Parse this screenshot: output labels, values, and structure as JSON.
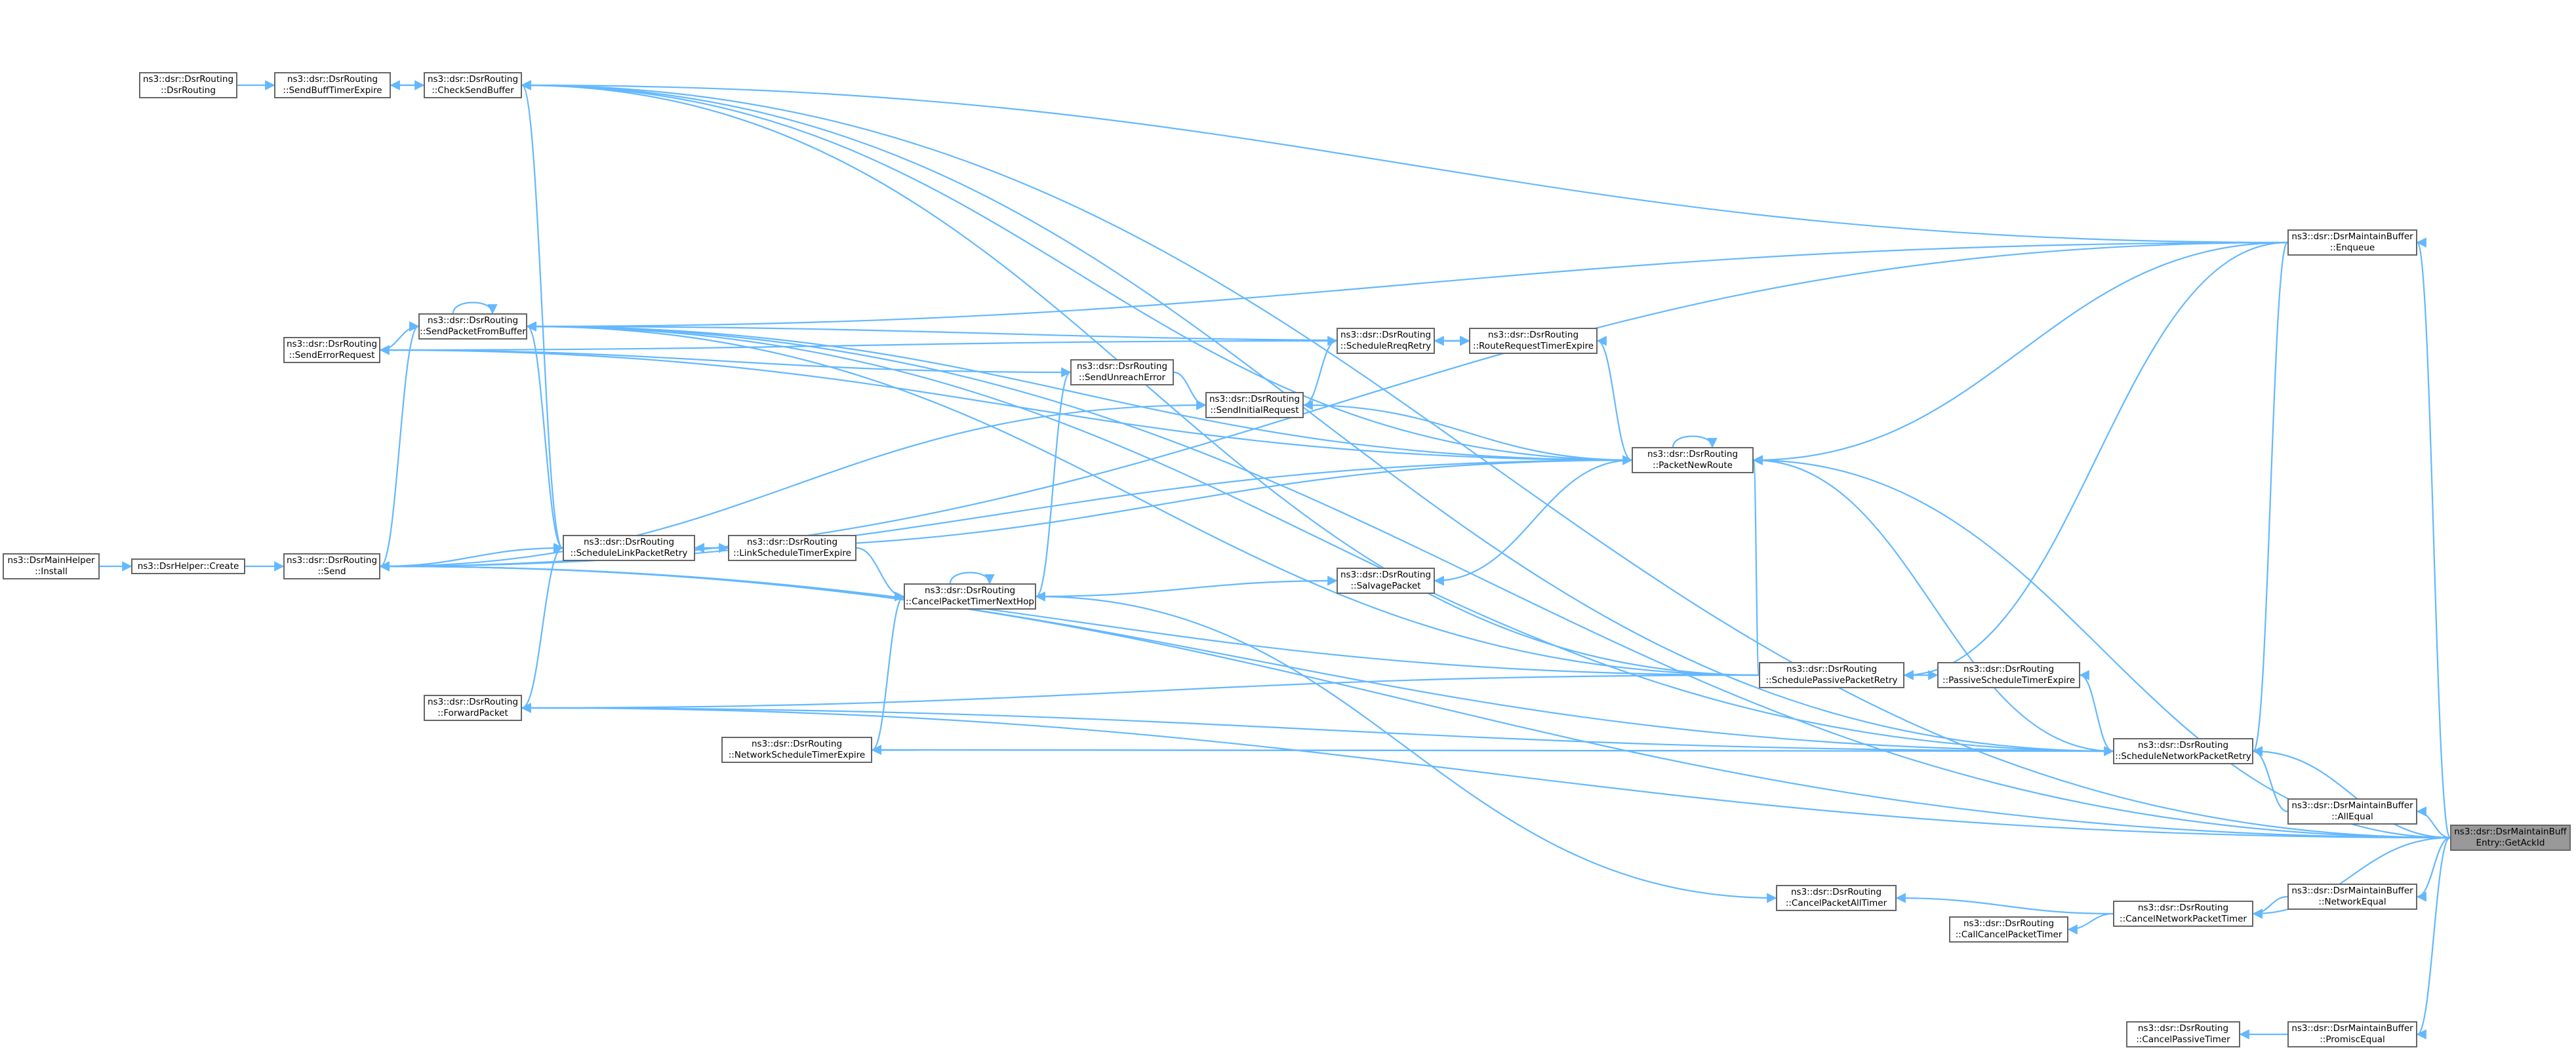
{
  "diagram": {
    "title": "",
    "edge_color": "#63b8ff",
    "node_border_color": "#666666",
    "root_fill_color": "#999999",
    "nodes": [
      {
        "id": "GetAckId",
        "lines": [
          "ns3::dsr::DsrMaintainBuff",
          "Entry::GetAckId"
        ],
        "root": true
      },
      {
        "id": "AllEqual",
        "lines": [
          "ns3::dsr::DsrMaintainBuffer",
          "::AllEqual"
        ]
      },
      {
        "id": "Enqueue",
        "lines": [
          "ns3::dsr::DsrMaintainBuffer",
          "::Enqueue"
        ]
      },
      {
        "id": "NetworkEqual",
        "lines": [
          "ns3::dsr::DsrMaintainBuffer",
          "::NetworkEqual"
        ]
      },
      {
        "id": "PromiscEqual",
        "lines": [
          "ns3::dsr::DsrMaintainBuffer",
          "::PromiscEqual"
        ]
      },
      {
        "id": "ScheduleNetworkPacketRetry",
        "lines": [
          "ns3::dsr::DsrRouting",
          "::ScheduleNetworkPacketRetry"
        ]
      },
      {
        "id": "CancelNetworkPacketTimer",
        "lines": [
          "ns3::dsr::DsrRouting",
          "::CancelNetworkPacketTimer"
        ]
      },
      {
        "id": "CancelPassiveTimer",
        "lines": [
          "ns3::dsr::DsrRouting",
          "::CancelPassiveTimer"
        ]
      },
      {
        "id": "CallCancelPacketTimer",
        "lines": [
          "ns3::dsr::DsrRouting",
          "::CallCancelPacketTimer"
        ]
      },
      {
        "id": "CancelPacketAllTimer",
        "lines": [
          "ns3::dsr::DsrRouting",
          "::CancelPacketAllTimer"
        ]
      },
      {
        "id": "PassiveScheduleTimerExpire",
        "lines": [
          "ns3::dsr::DsrRouting",
          "::PassiveScheduleTimerExpire"
        ]
      },
      {
        "id": "SchedulePassivePacketRetry",
        "lines": [
          "ns3::dsr::DsrRouting",
          "::SchedulePassivePacketRetry"
        ]
      },
      {
        "id": "PacketNewRoute",
        "lines": [
          "ns3::dsr::DsrRouting",
          "::PacketNewRoute"
        ]
      },
      {
        "id": "RouteRequestTimerExpire",
        "lines": [
          "ns3::dsr::DsrRouting",
          "::RouteRequestTimerExpire"
        ]
      },
      {
        "id": "ScheduleRreqRetry",
        "lines": [
          "ns3::dsr::DsrRouting",
          "::ScheduleRreqRetry"
        ]
      },
      {
        "id": "SendInitialRequest",
        "lines": [
          "ns3::dsr::DsrRouting",
          "::SendInitialRequest"
        ]
      },
      {
        "id": "SalvagePacket",
        "lines": [
          "ns3::dsr::DsrRouting",
          "::SalvagePacket"
        ]
      },
      {
        "id": "SendUnreachError",
        "lines": [
          "ns3::dsr::DsrRouting",
          "::SendUnreachError"
        ]
      },
      {
        "id": "CancelPacketTimerNextHop",
        "lines": [
          "ns3::dsr::DsrRouting",
          "::CancelPacketTimerNextHop"
        ]
      },
      {
        "id": "NetworkScheduleTimerExpire",
        "lines": [
          "ns3::dsr::DsrRouting",
          "::NetworkScheduleTimerExpire"
        ]
      },
      {
        "id": "LinkScheduleTimerExpire",
        "lines": [
          "ns3::dsr::DsrRouting",
          "::LinkScheduleTimerExpire"
        ]
      },
      {
        "id": "ScheduleLinkPacketRetry",
        "lines": [
          "ns3::dsr::DsrRouting",
          "::ScheduleLinkPacketRetry"
        ]
      },
      {
        "id": "CheckSendBuffer",
        "lines": [
          "ns3::dsr::DsrRouting",
          "::CheckSendBuffer"
        ]
      },
      {
        "id": "SendPacketFromBuffer",
        "lines": [
          "ns3::dsr::DsrRouting",
          "::SendPacketFromBuffer"
        ]
      },
      {
        "id": "ForwardPacket",
        "lines": [
          "ns3::dsr::DsrRouting",
          "::ForwardPacket"
        ]
      },
      {
        "id": "SendBuffTimerExpire",
        "lines": [
          "ns3::dsr::DsrRouting",
          "::SendBuffTimerExpire"
        ]
      },
      {
        "id": "SendErrorRequest",
        "lines": [
          "ns3::dsr::DsrRouting",
          "::SendErrorRequest"
        ]
      },
      {
        "id": "Send",
        "lines": [
          "ns3::dsr::DsrRouting",
          "::Send"
        ]
      },
      {
        "id": "DsrRouting",
        "lines": [
          "ns3::dsr::DsrRouting",
          "::DsrRouting"
        ]
      },
      {
        "id": "DsrHelperCreate",
        "lines": [
          "ns3::DsrHelper::Create"
        ]
      },
      {
        "id": "DsrMainHelperInstall",
        "lines": [
          "ns3::DsrMainHelper",
          "::Install"
        ]
      }
    ],
    "edges": [
      [
        "AllEqual",
        "GetAckId"
      ],
      [
        "Enqueue",
        "GetAckId"
      ],
      [
        "NetworkEqual",
        "GetAckId"
      ],
      [
        "PromiscEqual",
        "GetAckId"
      ],
      [
        "ScheduleNetworkPacketRetry",
        "GetAckId"
      ],
      [
        "CancelNetworkPacketTimer",
        "GetAckId"
      ],
      [
        "PacketNewRoute",
        "GetAckId"
      ],
      [
        "CheckSendBuffer",
        "GetAckId"
      ],
      [
        "Send",
        "GetAckId"
      ],
      [
        "ForwardPacket",
        "GetAckId"
      ],
      [
        "SendPacketFromBuffer",
        "GetAckId"
      ],
      [
        "CancelPassiveTimer",
        "PromiscEqual"
      ],
      [
        "CancelNetworkPacketTimer",
        "NetworkEqual"
      ],
      [
        "ScheduleNetworkPacketRetry",
        "AllEqual"
      ],
      [
        "ScheduleNetworkPacketRetry",
        "Enqueue"
      ],
      [
        "PacketNewRoute",
        "Enqueue"
      ],
      [
        "CheckSendBuffer",
        "Enqueue"
      ],
      [
        "SendPacketFromBuffer",
        "Enqueue"
      ],
      [
        "Send",
        "Enqueue"
      ],
      [
        "SchedulePassivePacketRetry",
        "Enqueue"
      ],
      [
        "CallCancelPacketTimer",
        "CancelNetworkPacketTimer"
      ],
      [
        "CancelPacketAllTimer",
        "CancelNetworkPacketTimer"
      ],
      [
        "CancelPacketAllTimer",
        "CancelPacketTimerNextHop"
      ],
      [
        "PassiveScheduleTimerExpire",
        "ScheduleNetworkPacketRetry"
      ],
      [
        "PacketNewRoute",
        "ScheduleNetworkPacketRetry"
      ],
      [
        "CheckSendBuffer",
        "ScheduleNetworkPacketRetry"
      ],
      [
        "SendPacketFromBuffer",
        "ScheduleNetworkPacketRetry"
      ],
      [
        "ForwardPacket",
        "ScheduleNetworkPacketRetry"
      ],
      [
        "NetworkScheduleTimerExpire",
        "ScheduleNetworkPacketRetry"
      ],
      [
        "Send",
        "ScheduleNetworkPacketRetry"
      ],
      [
        "ScheduleNetworkPacketRetry",
        "NetworkScheduleTimerExpire"
      ],
      [
        "PassiveScheduleTimerExpire",
        "SchedulePassivePacketRetry"
      ],
      [
        "PacketNewRoute",
        "SchedulePassivePacketRetry"
      ],
      [
        "CheckSendBuffer",
        "SchedulePassivePacketRetry"
      ],
      [
        "SendPacketFromBuffer",
        "SchedulePassivePacketRetry"
      ],
      [
        "ForwardPacket",
        "SchedulePassivePacketRetry"
      ],
      [
        "Send",
        "SchedulePassivePacketRetry"
      ],
      [
        "PacketNewRoute",
        "PacketNewRoute"
      ],
      [
        "RouteRequestTimerExpire",
        "PacketNewRoute"
      ],
      [
        "SalvagePacket",
        "PacketNewRoute"
      ],
      [
        "SendPacketFromBuffer",
        "PacketNewRoute"
      ],
      [
        "CheckSendBuffer",
        "PacketNewRoute"
      ],
      [
        "Send",
        "PacketNewRoute"
      ],
      [
        "SendErrorRequest",
        "PacketNewRoute"
      ],
      [
        "ScheduleLinkPacketRetry",
        "PacketNewRoute"
      ],
      [
        "PacketNewRoute",
        "SendInitialRequest"
      ],
      [
        "RouteRequestTimerExpire",
        "ScheduleRreqRetry"
      ],
      [
        "ScheduleRreqRetry",
        "RouteRequestTimerExpire"
      ],
      [
        "RouteRequestTimerExpire",
        "SendPacketFromBuffer"
      ],
      [
        "SendInitialRequest",
        "ScheduleRreqRetry"
      ],
      [
        "ScheduleRreqRetry",
        "SendErrorRequest"
      ],
      [
        "SendInitialRequest",
        "SendUnreachError"
      ],
      [
        "SendUnreachError",
        "SendErrorRequest"
      ],
      [
        "SendInitialRequest",
        "Send"
      ],
      [
        "SalvagePacket",
        "CancelPacketTimerNextHop"
      ],
      [
        "CancelPacketTimerNextHop",
        "CancelPacketTimerNextHop"
      ],
      [
        "CancelPacketTimerNextHop",
        "SendUnreachError"
      ],
      [
        "NetworkScheduleTimerExpire",
        "CancelPacketTimerNextHop"
      ],
      [
        "CancelPacketTimerNextHop",
        "LinkScheduleTimerExpire"
      ],
      [
        "LinkScheduleTimerExpire",
        "ScheduleLinkPacketRetry"
      ],
      [
        "ScheduleLinkPacketRetry",
        "Send"
      ],
      [
        "ScheduleLinkPacketRetry",
        "ForwardPacket"
      ],
      [
        "ScheduleLinkPacketRetry",
        "SendPacketFromBuffer"
      ],
      [
        "ScheduleLinkPacketRetry",
        "CheckSendBuffer"
      ],
      [
        "SendPacketFromBuffer",
        "SendPacketFromBuffer"
      ],
      [
        "SendPacketFromBuffer",
        "SendErrorRequest"
      ],
      [
        "SendPacketFromBuffer",
        "Send"
      ],
      [
        "CheckSendBuffer",
        "SendBuffTimerExpire"
      ],
      [
        "SendBuffTimerExpire",
        "CheckSendBuffer"
      ],
      [
        "SendBuffTimerExpire",
        "DsrRouting"
      ],
      [
        "Send",
        "DsrHelperCreate"
      ],
      [
        "DsrHelperCreate",
        "DsrMainHelperInstall"
      ]
    ]
  }
}
